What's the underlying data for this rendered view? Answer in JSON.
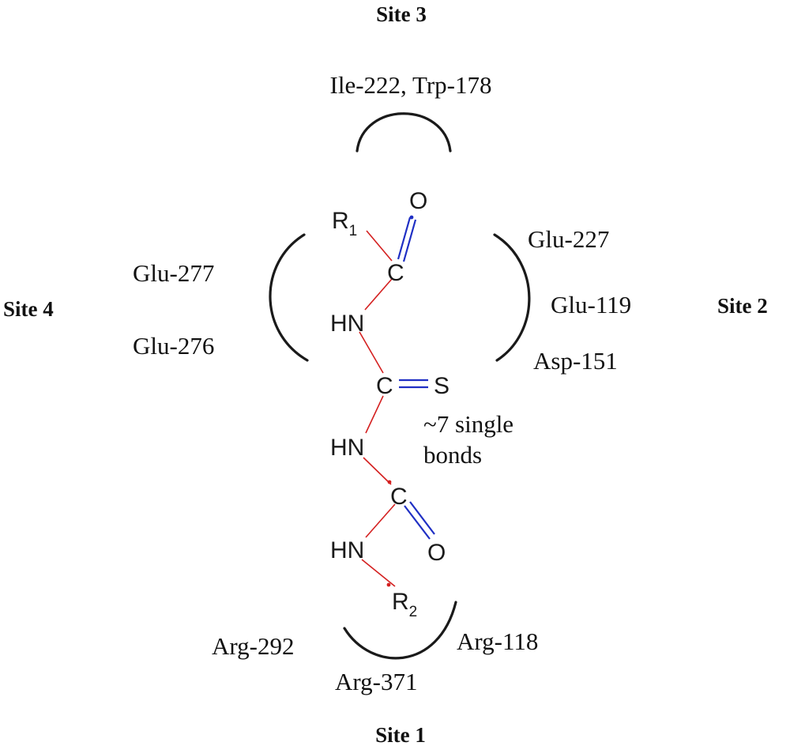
{
  "diagram": {
    "sites": {
      "site1": "Site 1",
      "site2": "Site 2",
      "site3": "Site 3",
      "site4": "Site 4"
    },
    "residues": {
      "site3": "Ile-222, Trp-178",
      "glu227": "Glu-227",
      "glu119": "Glu-119",
      "asp151": "Asp-151",
      "glu277": "Glu-277",
      "glu276": "Glu-276",
      "arg292": "Arg-292",
      "arg118": "Arg-118",
      "arg371": "Arg-371"
    },
    "molecule": {
      "r1": "R",
      "r1_sub": "1",
      "r2": "R",
      "r2_sub": "2",
      "o_top": "O",
      "c1": "C",
      "hn1": "HN",
      "c2": "C",
      "s": "S",
      "hn2": "HN",
      "c3": "C",
      "o_bottom": "O",
      "hn3": "HN"
    },
    "annotation": {
      "line1": "~7 single",
      "line2": "bonds"
    },
    "colors": {
      "single_bond": "#d42020",
      "double_bond": "#1f2fc4",
      "ink": "#111111"
    }
  }
}
